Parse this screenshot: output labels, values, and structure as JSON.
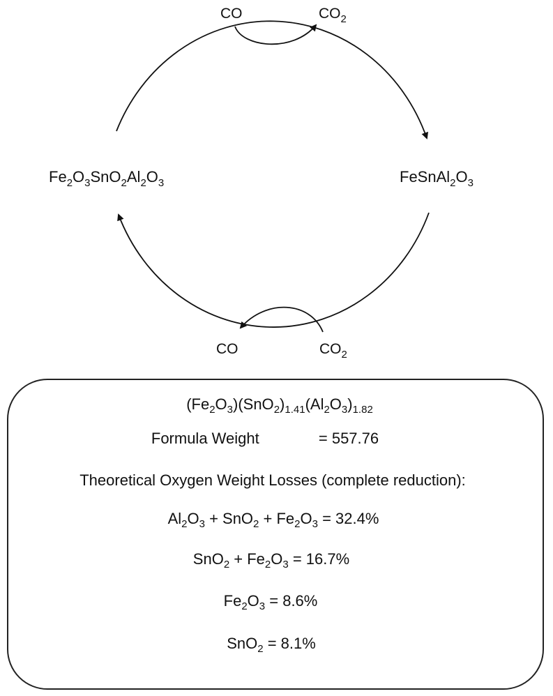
{
  "cycle": {
    "oxidized": {
      "parts": [
        "Fe",
        "2",
        "O",
        "3",
        "SnO",
        "2",
        "Al",
        "2",
        "O",
        "3"
      ]
    },
    "reduced": {
      "parts": [
        "FeSnAl",
        "2",
        "O",
        "3"
      ]
    },
    "top_in": {
      "text": "CO"
    },
    "top_out": {
      "parts": [
        "CO",
        "2"
      ]
    },
    "bottom_in": {
      "parts": [
        "CO",
        "2"
      ]
    },
    "bottom_out": {
      "text": "CO"
    }
  },
  "info": {
    "formula": {
      "parts": [
        "(Fe",
        "2",
        "O",
        "3",
        ")(SnO",
        "2",
        ")",
        "1.41",
        "(Al",
        "2",
        "O",
        "3",
        ")",
        "1.82"
      ]
    },
    "formula_weight_label": "Formula Weight",
    "formula_weight_value": "= 557.76",
    "losses_title": "Theoretical Oxygen Weight Losses (complete  reduction):",
    "losses": [
      {
        "parts": [
          "Al",
          "2",
          "O",
          "3",
          " + SnO",
          "2",
          " + Fe",
          "2",
          "O",
          "3",
          " = 32.4%"
        ]
      },
      {
        "parts": [
          "SnO",
          "2",
          " + Fe",
          "2",
          "O",
          "3",
          " = 16.7%"
        ]
      },
      {
        "parts": [
          "Fe",
          "2",
          "O",
          "3",
          " = 8.6%"
        ]
      },
      {
        "parts": [
          "SnO",
          "2",
          " = 8.1%"
        ]
      }
    ]
  }
}
